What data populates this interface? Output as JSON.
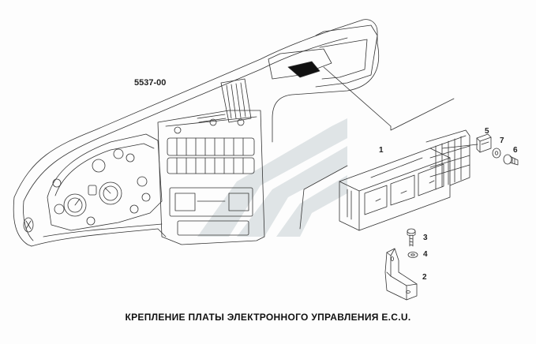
{
  "drawing_code": "5537-00",
  "caption": "КРЕПЛЕНИЕ ПЛАТЫ ЭЛЕКТРОННОГО УПРАВЛЕНИЯ E.C.U.",
  "callouts": {
    "p1": "1",
    "p2": "2",
    "p3": "3",
    "p4": "4",
    "p5": "5",
    "p6": "6",
    "p7": "7"
  },
  "colors": {
    "line": "#333333",
    "watermark": "#c8d0d4",
    "background": "#fdfdfd"
  }
}
